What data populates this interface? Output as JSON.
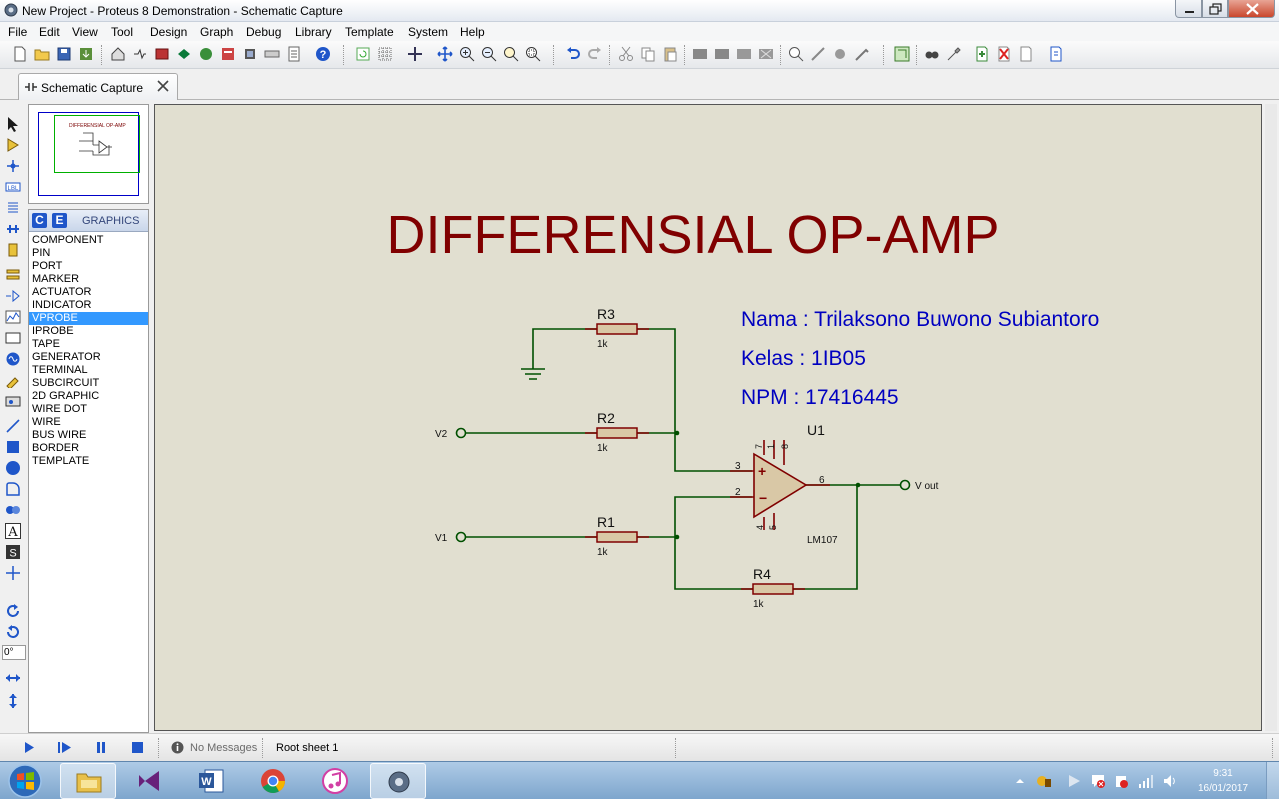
{
  "window": {
    "title": "New Project - Proteus 8 Demonstration - Schematic Capture"
  },
  "menu": [
    "File",
    "Edit",
    "View",
    "Tool",
    "Design",
    "Graph",
    "Debug",
    "Library",
    "Template",
    "System",
    "Help"
  ],
  "tab": {
    "label": "Schematic Capture"
  },
  "selector": {
    "c": "C",
    "e": "E",
    "title": "GRAPHICS",
    "items": [
      "COMPONENT",
      "PIN",
      "PORT",
      "MARKER",
      "ACTUATOR",
      "INDICATOR",
      "VPROBE",
      "IPROBE",
      "TAPE",
      "GENERATOR",
      "TERMINAL",
      "SUBCIRCUIT",
      "2D GRAPHIC",
      "WIRE DOT",
      "WIRE",
      "BUS WIRE",
      "BORDER",
      "TEMPLATE"
    ],
    "selected": "VPROBE"
  },
  "overview": {
    "mini_title": "DIFFERENSIAL OP-AMP"
  },
  "rotation": "0°",
  "schematic": {
    "title": "DIFFERENSIAL OP-AMP",
    "info": {
      "nama": "Nama : Trilaksono Buwono Subiantoro",
      "kelas": "Kelas : 1IB05",
      "npm": "NPM : 17416445"
    },
    "components": {
      "r1": {
        "ref": "R1",
        "value": "1k"
      },
      "r2": {
        "ref": "R2",
        "value": "1k"
      },
      "r3": {
        "ref": "R3",
        "value": "1k"
      },
      "r4": {
        "ref": "R4",
        "value": "1k"
      },
      "u1": {
        "ref": "U1",
        "part": "LM107",
        "pin_plus": "3",
        "pin_minus": "2",
        "pin_out": "6",
        "pin_top1": "7",
        "pin_top2": "1",
        "pin_top3": "8",
        "pin_bot1": "4",
        "pin_bot2": "5"
      }
    },
    "terminals": {
      "v1": "V1",
      "v2": "V2",
      "vout": "V out"
    },
    "colors": {
      "title": "#800000",
      "info": "#0000c0",
      "wire": "#005000",
      "part": "#800000",
      "sheet": "#e1dfd0"
    }
  },
  "status": {
    "messages": "No Messages",
    "sheet": "Root sheet 1"
  },
  "taskbar": {
    "apps": [
      "explorer-icon",
      "visual-studio-icon",
      "word-icon",
      "chrome-icon",
      "itunes-icon",
      "proteus-icon"
    ],
    "time": "9:31",
    "date": "16/01/2017"
  }
}
